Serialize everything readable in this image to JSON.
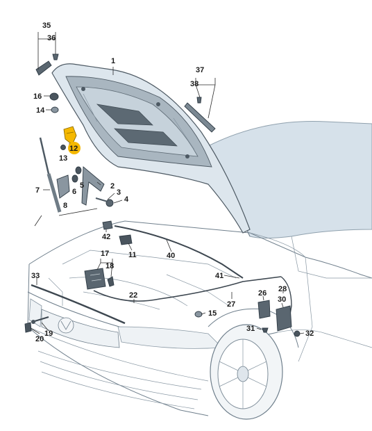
{
  "callouts": [
    {
      "id": "c35",
      "label": "35"
    },
    {
      "id": "c36",
      "label": "36"
    },
    {
      "id": "c1",
      "label": "1"
    },
    {
      "id": "c37",
      "label": "37"
    },
    {
      "id": "c38",
      "label": "38"
    },
    {
      "id": "c16",
      "label": "16"
    },
    {
      "id": "c14",
      "label": "14"
    },
    {
      "id": "c12",
      "label": "12",
      "highlighted": true
    },
    {
      "id": "c13",
      "label": "13"
    },
    {
      "id": "c7",
      "label": "7"
    },
    {
      "id": "c6",
      "label": "6"
    },
    {
      "id": "c5",
      "label": "5"
    },
    {
      "id": "c2",
      "label": "2"
    },
    {
      "id": "c3",
      "label": "3"
    },
    {
      "id": "c4",
      "label": "4"
    },
    {
      "id": "c8",
      "label": "8"
    },
    {
      "id": "c42",
      "label": "42"
    },
    {
      "id": "c11",
      "label": "11"
    },
    {
      "id": "c40",
      "label": "40"
    },
    {
      "id": "c17",
      "label": "17"
    },
    {
      "id": "c18",
      "label": "18"
    },
    {
      "id": "c33",
      "label": "33"
    },
    {
      "id": "c41",
      "label": "41"
    },
    {
      "id": "c26",
      "label": "26"
    },
    {
      "id": "c28",
      "label": "28"
    },
    {
      "id": "c30",
      "label": "30"
    },
    {
      "id": "c22",
      "label": "22"
    },
    {
      "id": "c27",
      "label": "27"
    },
    {
      "id": "c15",
      "label": "15"
    },
    {
      "id": "c31",
      "label": "31"
    },
    {
      "id": "c32",
      "label": "32"
    },
    {
      "id": "c19",
      "label": "19"
    },
    {
      "id": "c20",
      "label": "20"
    }
  ],
  "colors": {
    "highlight": "#f5b800",
    "hood_fill": "#dfe8ef",
    "hood_dark": "#5a6670",
    "windshield": "#cfdbe5",
    "body_line": "#6f7f8c",
    "part_dark": "#3d4750"
  }
}
